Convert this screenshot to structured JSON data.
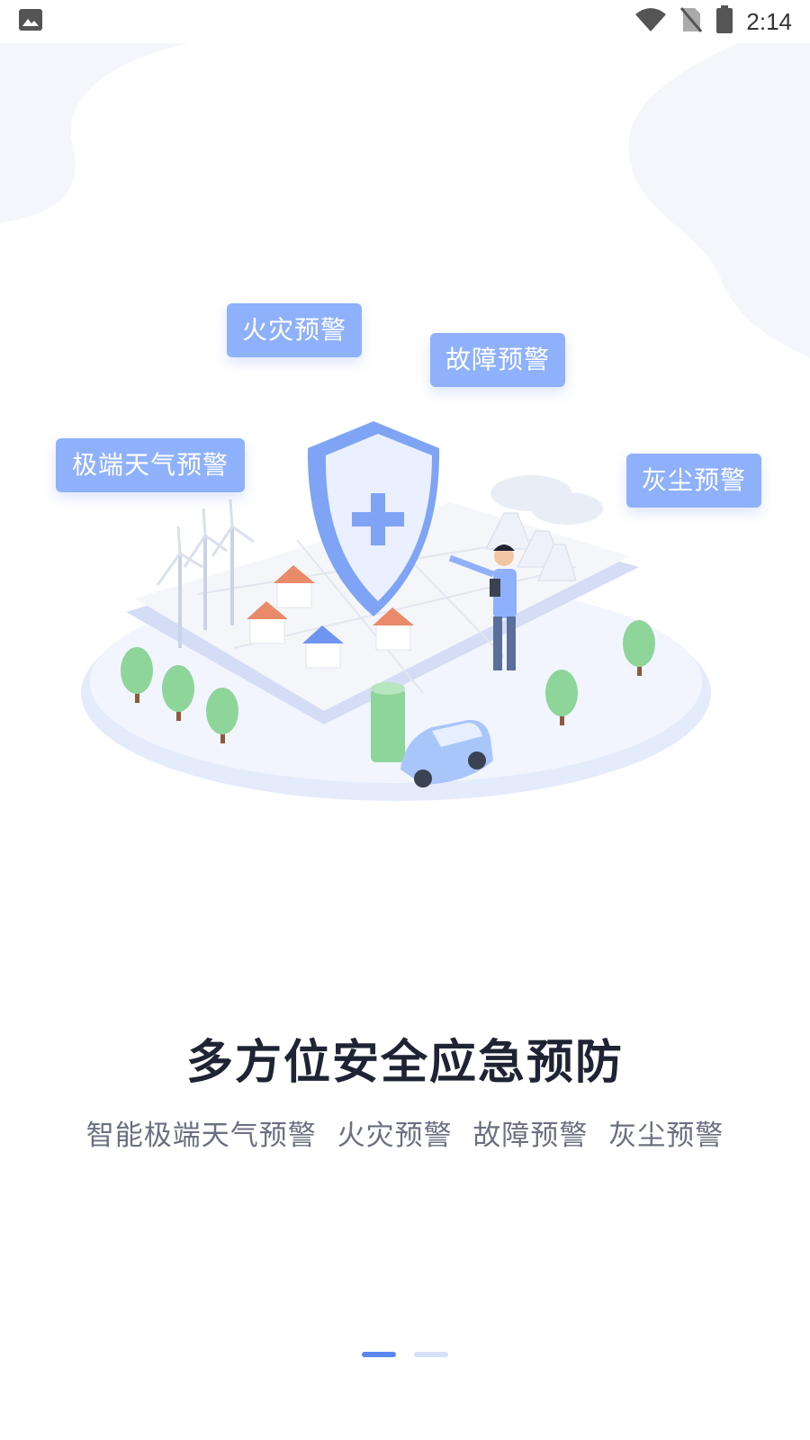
{
  "status_bar": {
    "time": "2:14",
    "icons": [
      "image-notification-icon",
      "wifi-icon",
      "no-sim-icon",
      "battery-icon"
    ]
  },
  "chips": {
    "fire": "火灾预警",
    "fault": "故障预警",
    "weather": "极端天气预警",
    "dust": "灰尘预警"
  },
  "main": {
    "title": "多方位安全应急预防",
    "subtitle": "智能极端天气预警 火灾预警 故障预警 灰尘预警"
  },
  "pager": {
    "page_count": 2,
    "active_index": 0
  },
  "colors": {
    "accent": "#5b86f0",
    "chip": "#8fb1fb",
    "title": "#1f2434",
    "subtitle": "#6b7080"
  }
}
